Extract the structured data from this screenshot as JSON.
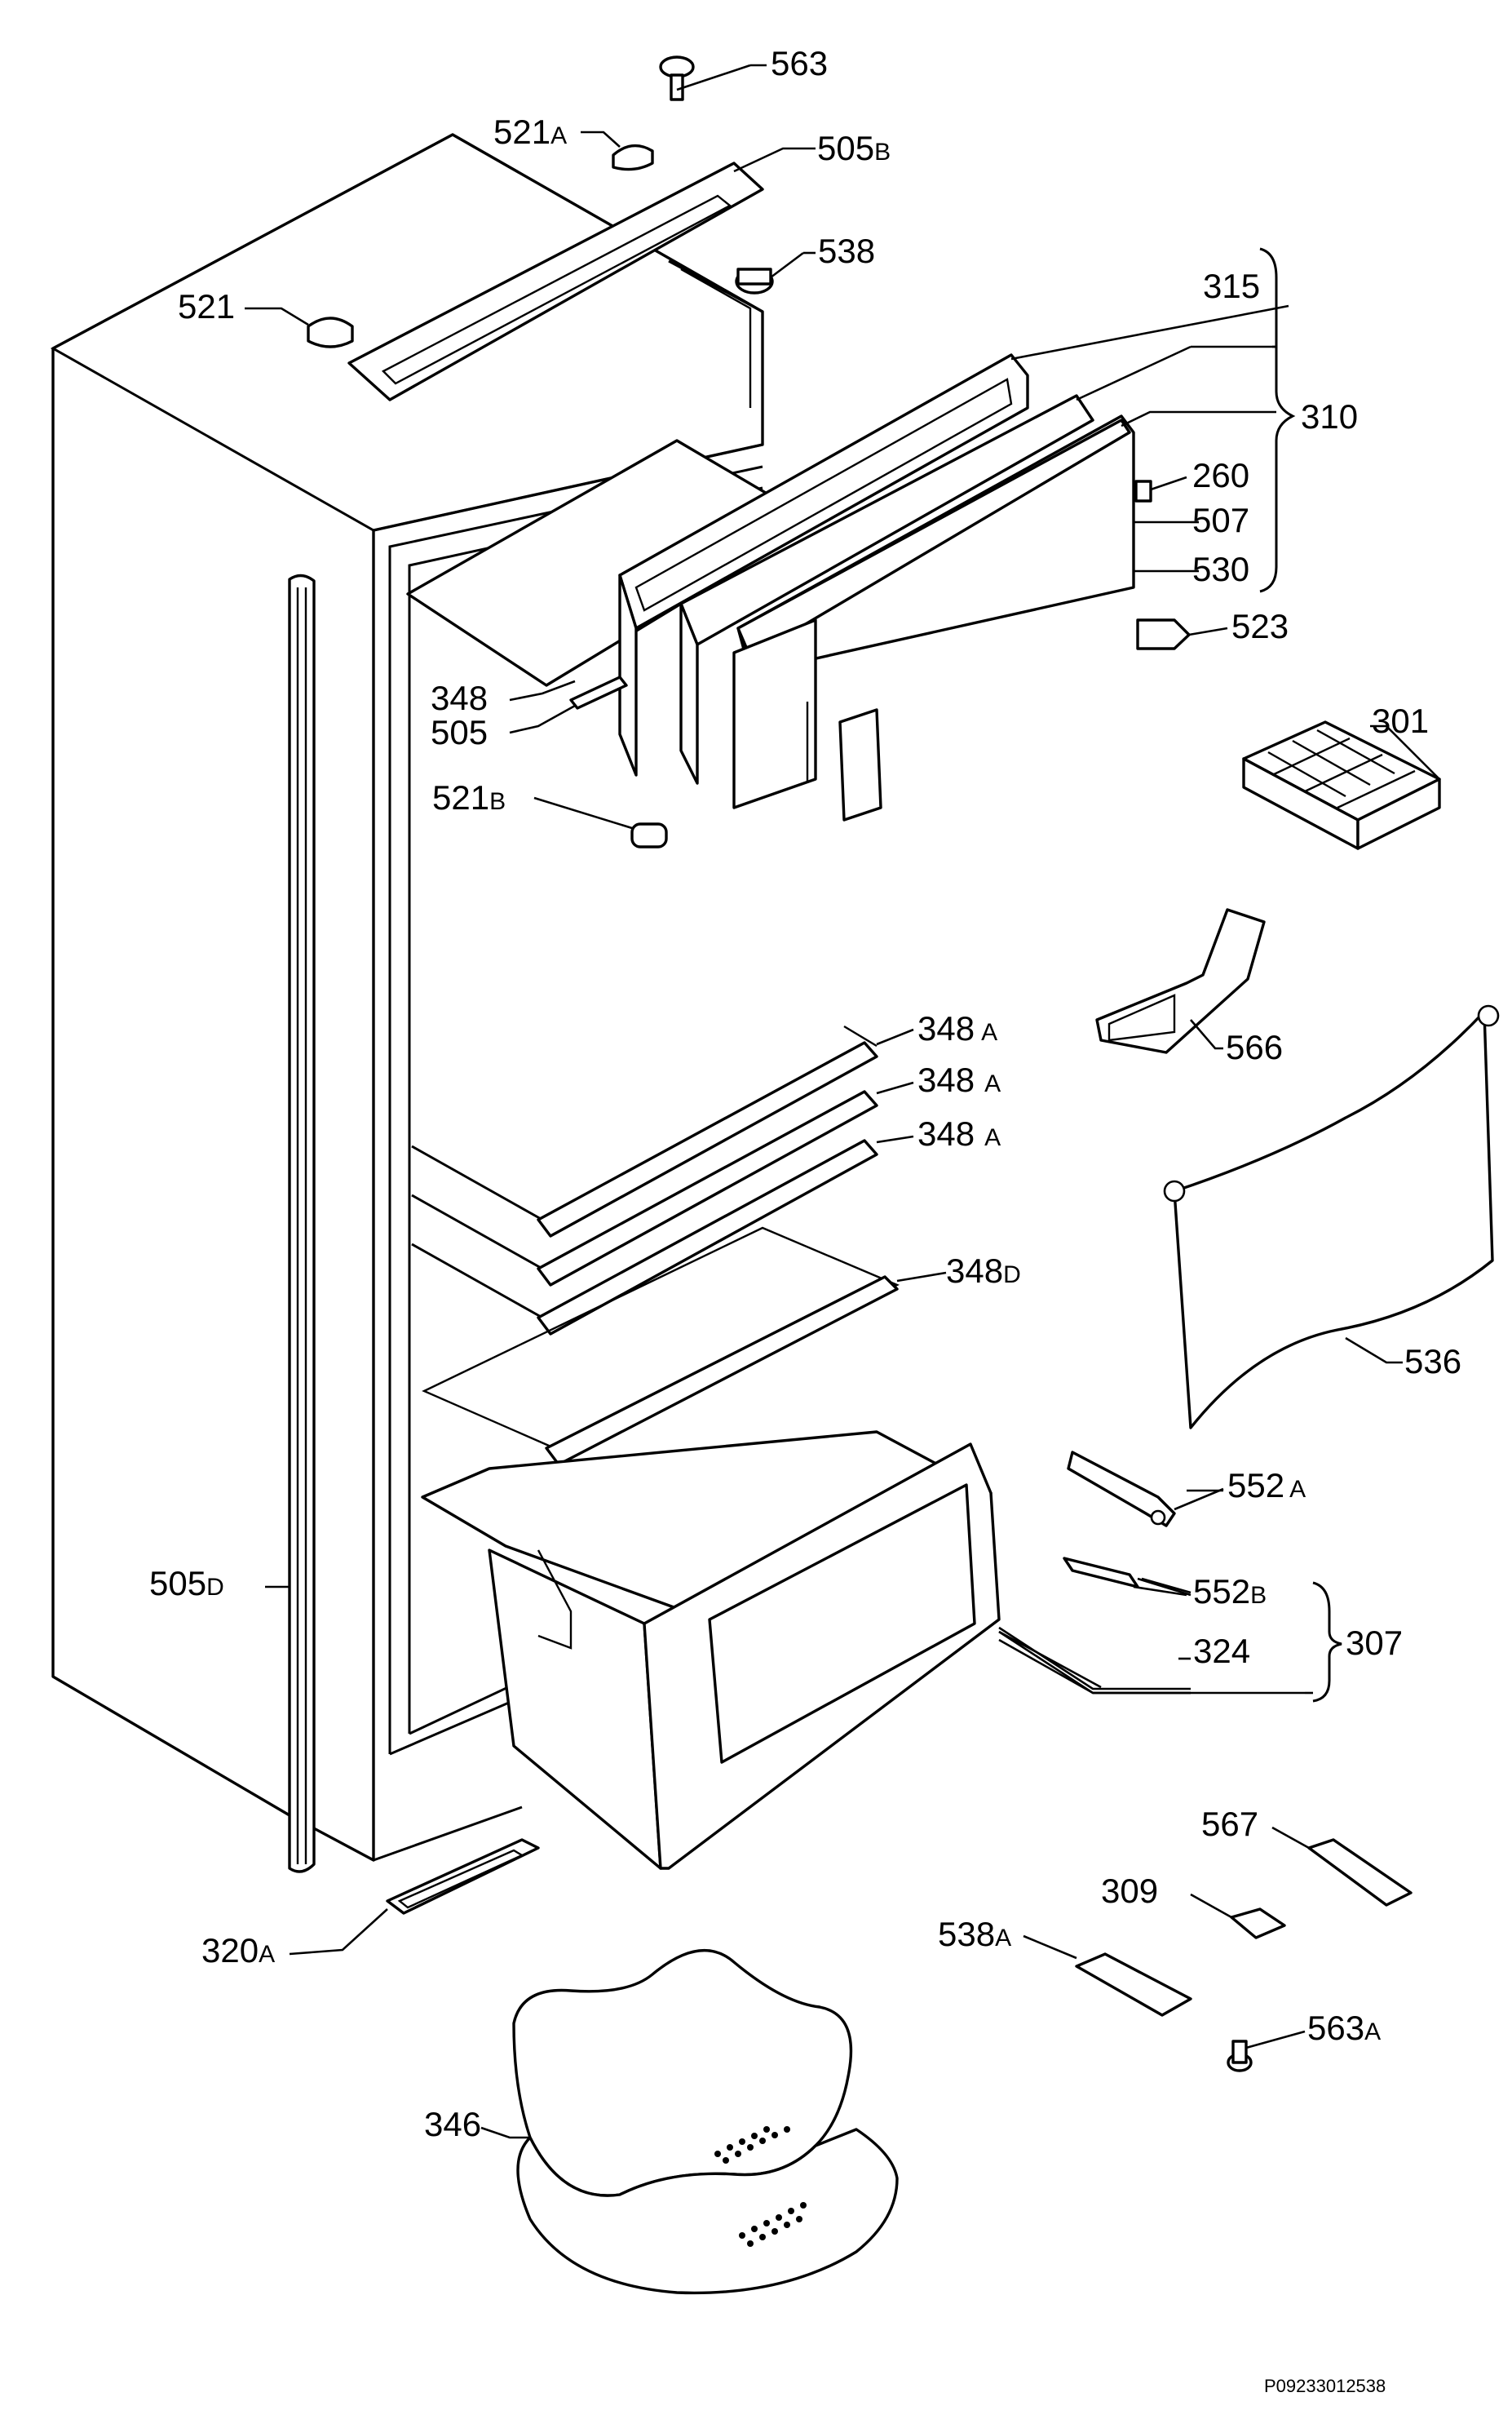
{
  "drawing": {
    "id": "P09233012538"
  },
  "parts": {
    "p563": "563",
    "p521a": "521",
    "p521a_sfx": "A",
    "p505b": "505",
    "p505b_sfx": "B",
    "p538": "538",
    "p521": "521",
    "p315": "315",
    "p310": "310",
    "p260": "260",
    "p507": "507",
    "p530": "530",
    "p523": "523",
    "p301": "301",
    "p348": "348",
    "p505": "505",
    "p521b": "521",
    "p521b_sfx": "B",
    "p348a1": "348",
    "p348a1_sfx": "A",
    "p348a2": "348",
    "p348a2_sfx": "A",
    "p348a3": "348",
    "p348a3_sfx": "A",
    "p348d": "348",
    "p348d_sfx": "D",
    "p566": "566",
    "p536": "536",
    "p552a": "552",
    "p552a_sfx": "A",
    "p552b": "552",
    "p552b_sfx": "B",
    "p324": "324",
    "p307": "307",
    "p505d": "505",
    "p505d_sfx": "D",
    "p567": "567",
    "p309": "309",
    "p538a": "538",
    "p538a_sfx": "A",
    "p563a": "563",
    "p563a_sfx": "A",
    "p320a": "320",
    "p320a_sfx": "A",
    "p346": "346"
  }
}
